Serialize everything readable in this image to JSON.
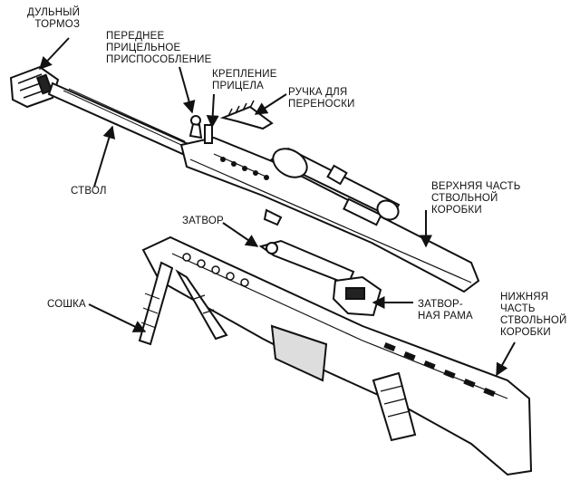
{
  "labels": {
    "muzzle_brake": "ДУЛЬНЫЙ\nТОРМОЗ",
    "front_sight": "ПЕРЕДНЕЕ\nПРИЦЕЛЬНОЕ\nПРИСПОСОБЛЕНИЕ",
    "scope_mount": "КРЕПЛЕНИЕ\nПРИЦЕЛА",
    "carry_handle": "РУЧКА ДЛЯ\nПЕРЕНОСКИ",
    "barrel": "СТВОЛ",
    "upper_receiver": "ВЕРХНЯЯ ЧАСТЬ\nСТВОЛЬНОЙ\nКОРОБКИ",
    "bolt": "ЗАТВОР",
    "bipod": "СОШКА",
    "bolt_carrier": "ЗАТВОР-\nНАЯ РАМА",
    "lower_receiver": "НИЖНЯЯ\nЧАСТЬ\nСТВОЛЬНОЙ\nКОРОБКИ"
  },
  "colors": {
    "ink": "#111111",
    "paper": "#ffffff",
    "shade": "#8a8a8a"
  }
}
